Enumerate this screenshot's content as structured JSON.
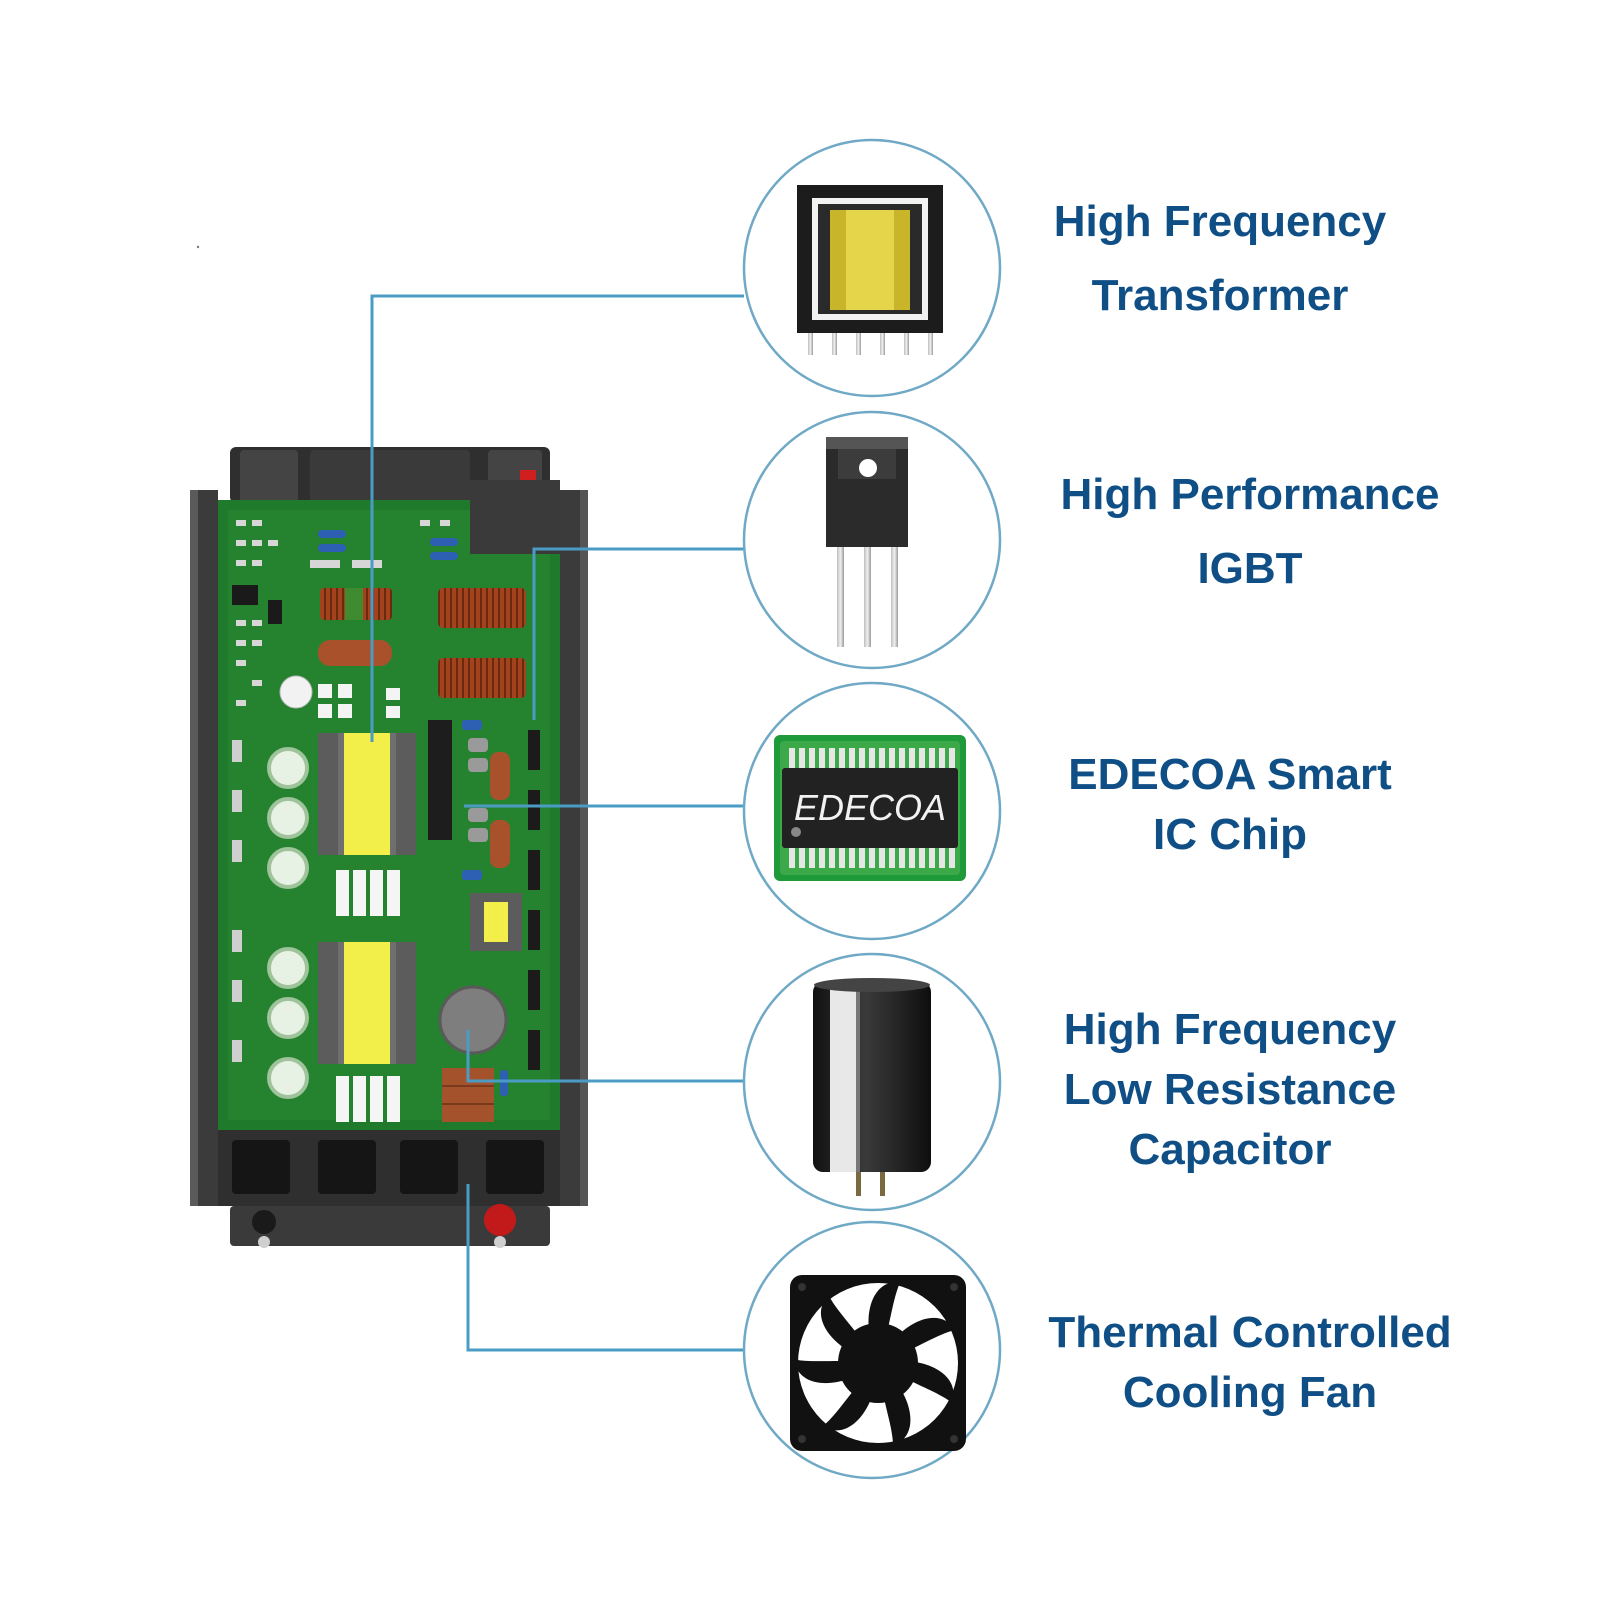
{
  "brand": {
    "chip_marking": "EDECOA"
  },
  "colors": {
    "callout_line": "#4a9cc4",
    "callout_circle": "#6fa9c6",
    "label_text": "#0f4f86",
    "pcb_green": "#1f7a2b",
    "transformer_yellow": "#f2ee4a",
    "inductor_copper": "#a2431e",
    "housing_dark": "#2b2b2b"
  },
  "features": [
    {
      "id": "transformer",
      "icon": "transformer-icon",
      "lines": [
        "High Frequency",
        "Transformer"
      ]
    },
    {
      "id": "igbt",
      "icon": "igbt-icon",
      "lines": [
        "High Performance",
        "IGBT"
      ]
    },
    {
      "id": "ic-chip",
      "icon": "ic-chip-icon",
      "lines": [
        "EDECOA Smart",
        "IC Chip"
      ]
    },
    {
      "id": "capacitor",
      "icon": "capacitor-icon",
      "lines": [
        "High Frequency",
        "Low Resistance",
        "Capacitor"
      ]
    },
    {
      "id": "cooling-fan",
      "icon": "cooling-fan-icon",
      "lines": [
        "Thermal Controlled",
        "Cooling Fan"
      ]
    }
  ]
}
